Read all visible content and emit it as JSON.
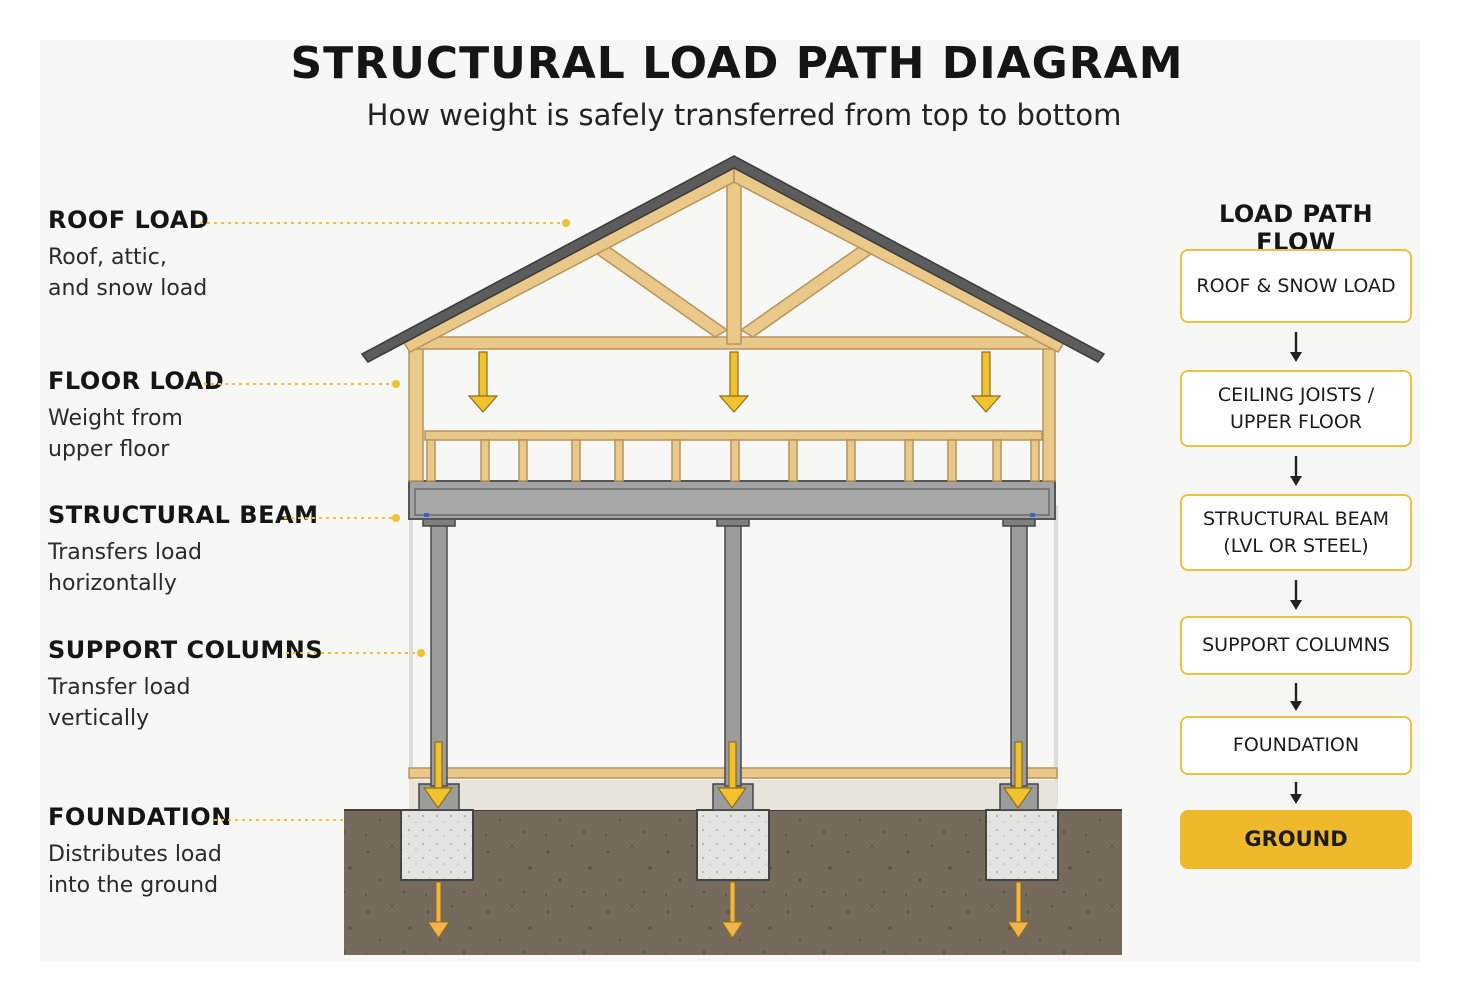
{
  "title": "STRUCTURAL LOAD PATH DIAGRAM",
  "subtitle": "How weight is safely transferred from top to bottom",
  "labels": [
    {
      "heading": "ROOF LOAD",
      "lines": [
        "Roof, attic,",
        "and snow load"
      ]
    },
    {
      "heading": "FLOOR LOAD",
      "lines": [
        "Weight from",
        "upper floor"
      ]
    },
    {
      "heading": "STRUCTURAL BEAM",
      "lines": [
        "Transfers load",
        "horizontally"
      ]
    },
    {
      "heading": "SUPPORT COLUMNS",
      "lines": [
        "Transfer load",
        "vertically"
      ]
    },
    {
      "heading": "FOUNDATION",
      "lines": [
        "Distributes load",
        "into the ground"
      ]
    }
  ],
  "flow": {
    "title": "LOAD PATH FLOW",
    "steps": [
      {
        "lines": [
          "ROOF & SNOW LOAD"
        ]
      },
      {
        "lines": [
          "CEILING JOISTS /",
          "UPPER FLOOR"
        ]
      },
      {
        "lines": [
          "STRUCTURAL BEAM",
          "(LVL OR STEEL)"
        ]
      },
      {
        "lines": [
          "SUPPORT COLUMNS"
        ]
      },
      {
        "lines": [
          "FOUNDATION"
        ]
      },
      {
        "lines": [
          "GROUND"
        ]
      }
    ]
  },
  "colors": {
    "accent_yellow": "#f2c12e",
    "timber": "#e9c88a",
    "steel": "#9c9c9c",
    "soil": "#756a5b",
    "concrete": "#e3e3e1",
    "roof": "#5c5c5c"
  }
}
